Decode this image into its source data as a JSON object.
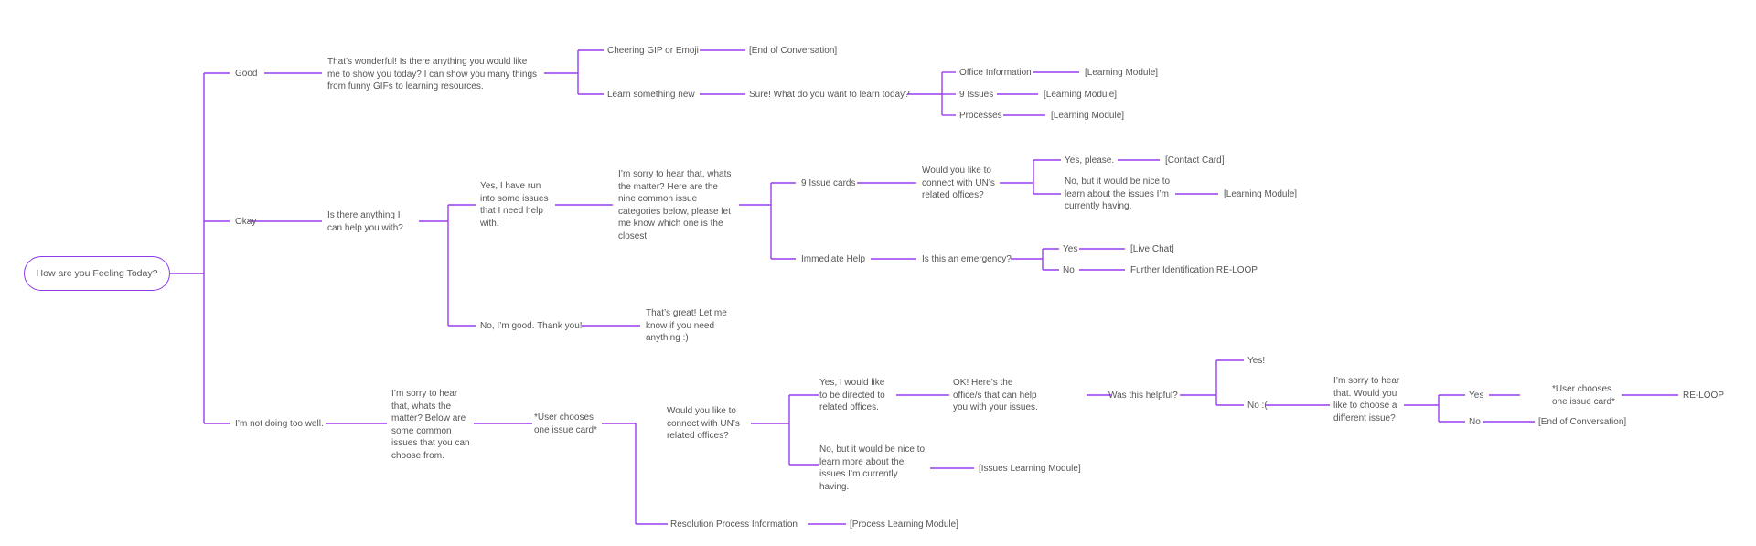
{
  "nodes": {
    "root": "How are you Feeling Today?",
    "good": "Good",
    "good_reply": "That’s wonderful! Is there anything you would like me to show you today? I can show you many things from funny GIFs to learning resources.",
    "cheering": "Cheering GIP or Emoji",
    "end_conv_1": "[End of Conversation]",
    "learn_new": "Learn something new",
    "sure": "Sure! What do you want to learn today?",
    "office_info": "Office Information",
    "lm_office": "[Learning Module]",
    "nine_issues": "9 Issues",
    "lm_nine": "[Learning Module]",
    "processes": "Processes",
    "lm_processes": "[Learning Module]",
    "okay": "Okay",
    "okay_reply": "Is there anything I can help you with?",
    "yes_issues": "Yes, I have run into some issues that I need help with.",
    "sorry_cards": "I’m sorry to hear that, whats the matter? Here are the nine common issue categories below, please let me know which one is the closest.",
    "issue_cards": "9 Issue cards",
    "connect_un_1": "Would you like to connect with UN’s related offices?",
    "yes_please": "Yes, please.",
    "contact_card": "[Contact Card]",
    "no_learn": "No, but it would be nice to learn about the issues I’m currently having.",
    "lm_issues": "[Learning Module]",
    "immediate": "Immediate Help",
    "emergency": "Is this an emergency?",
    "yes_em": "Yes",
    "live_chat": "[Live Chat]",
    "no_em": "No",
    "further": "Further Identification RE-LOOP",
    "no_good": "No, I’m good. Thank you!",
    "thats_great": "That’s great! Let me know if you need anything :)",
    "not_well": "I’m not doing too well.",
    "sorry_common": "I’m sorry to hear that, whats the matter? Below are some common issues that you can choose from.",
    "user_chooses_1": "*User chooses one issue card*",
    "connect_un_2": "Would you like to connect with UN’s related offices?",
    "yes_directed": "Yes, I would like to be directed to related offices.",
    "ok_offices": "OK! Here’s the office/s that can help you with your issues.",
    "helpful": "Was this helpful?",
    "yes_bang": "Yes!",
    "no_sad": "No :(",
    "sorry_diff": "I’m sorry to hear that. Would you like to choose a different issue?",
    "yes_diff": "Yes",
    "user_chooses_2": "*User chooses one issue card*",
    "reloop": "RE-LOOP",
    "no_diff": "No",
    "end_conv_2": "[End of Conversation]",
    "no_learn_more": "No, but it would be nice to learn more about the issues I’m currently having.",
    "issues_lm": "[Issues Learning Module]",
    "resolution": "Resolution Process Information",
    "process_lm": "[Process Learning Module]"
  },
  "colors": {
    "line": "#9a3df0",
    "root_border": "#8e3be8",
    "text": "#555555"
  }
}
